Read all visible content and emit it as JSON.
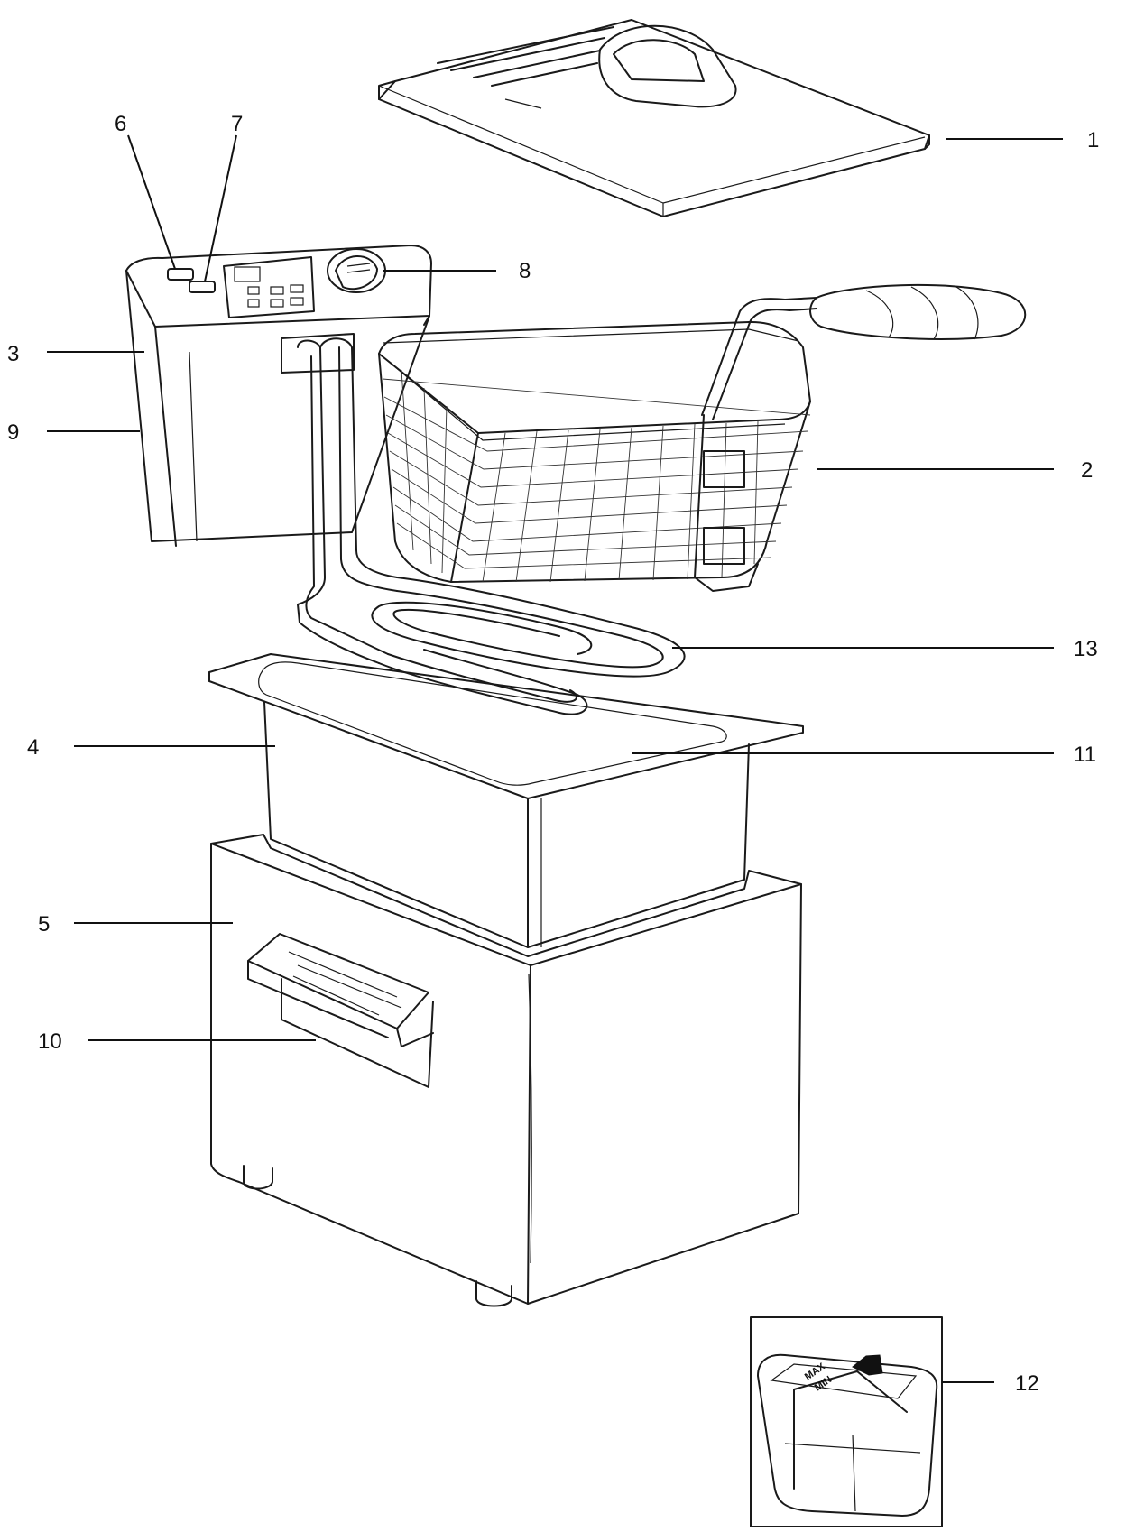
{
  "labels": {
    "1": "1",
    "2": "2",
    "3": "3",
    "4": "4",
    "5": "5",
    "6": "6",
    "7": "7",
    "8": "8",
    "9": "9",
    "10": "10",
    "11": "11",
    "12": "12",
    "13": "13"
  },
  "inset": {
    "max_mark": "MAX",
    "min_mark": "MIN"
  }
}
